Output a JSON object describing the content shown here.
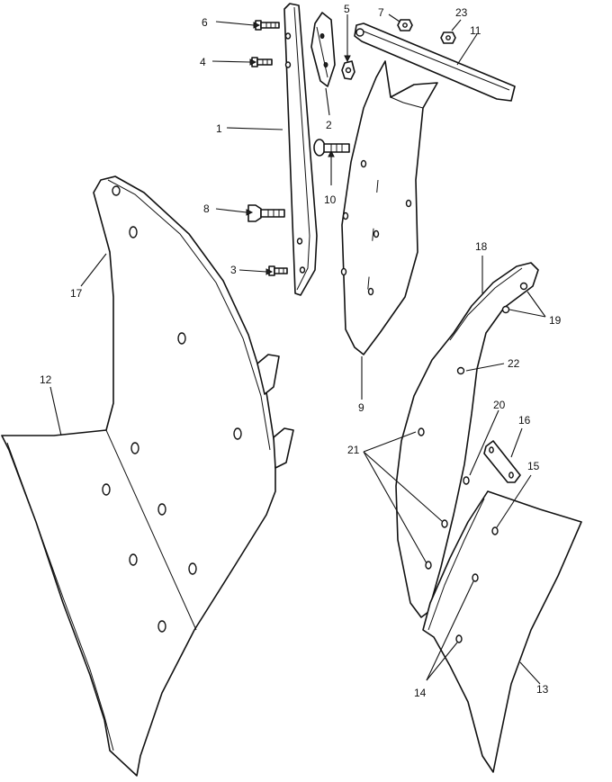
{
  "labels": [
    {
      "id": "1",
      "text": "1"
    },
    {
      "id": "2",
      "text": "2"
    },
    {
      "id": "3",
      "text": "3"
    },
    {
      "id": "4",
      "text": "4"
    },
    {
      "id": "5",
      "text": "5"
    },
    {
      "id": "6",
      "text": "6"
    },
    {
      "id": "7",
      "text": "7"
    },
    {
      "id": "8",
      "text": "8"
    },
    {
      "id": "9",
      "text": "9"
    },
    {
      "id": "10",
      "text": "10"
    },
    {
      "id": "11",
      "text": "11"
    },
    {
      "id": "12",
      "text": "12"
    },
    {
      "id": "13",
      "text": "13"
    },
    {
      "id": "14",
      "text": "14"
    },
    {
      "id": "15",
      "text": "15"
    },
    {
      "id": "16",
      "text": "16"
    },
    {
      "id": "17",
      "text": "17"
    },
    {
      "id": "18",
      "text": "18"
    },
    {
      "id": "19",
      "text": "19"
    },
    {
      "id": "20",
      "text": "20"
    },
    {
      "id": "21",
      "text": "21"
    },
    {
      "id": "22",
      "text": "22"
    },
    {
      "id": "23",
      "text": "23"
    }
  ]
}
